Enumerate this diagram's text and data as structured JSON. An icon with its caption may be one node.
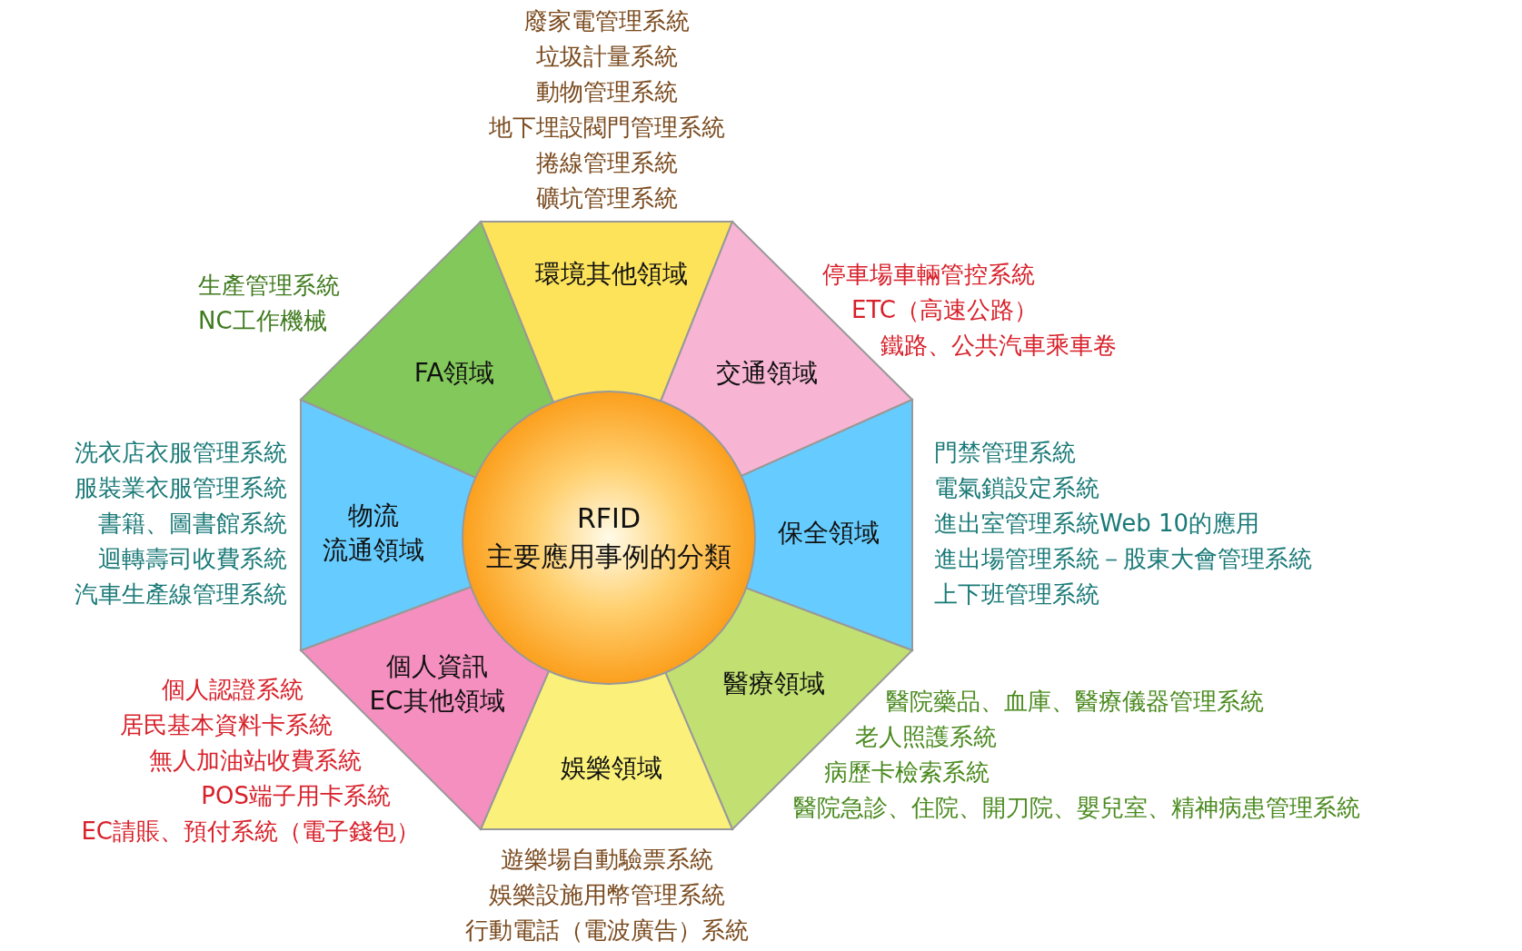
{
  "diagram": {
    "nodes": [
      {
        "text": [
          "RFID 主要應用事例的分類"
        ]
      },
      {
        "text": [
          "環境其他領域"
        ],
        "beside": [
          "廢家電管理系統",
          "垃圾計量系統",
          "動物管理系統",
          "地下埋設閥門管理系統",
          "捲線管理系統",
          "礦坑管理系統"
        ]
      },
      {
        "text": [
          "交通領域"
        ],
        "beside": [
          "停車場車輛管控系統",
          "ETC（高速公路）",
          "鐵路、公共汽車乘車卷"
        ]
      },
      {
        "text": [
          "保全領域"
        ],
        "beside": [
          "門禁管理系統",
          "電氣鎖設定系統",
          "進出室管理系統Web 10的應用",
          "進出場管理系統－股東大會管理系統",
          "上下班管理系統"
        ]
      },
      {
        "text": [
          "醫療領域"
        ],
        "beside": [
          "醫院藥品、血庫、醫療儀器管理系統",
          "老人照護系統",
          "病歷卡檢索系統",
          "醫院急診、住院、開刀院、嬰兒室、精神病患管理系統"
        ]
      },
      {
        "text": [
          "娛樂領域"
        ],
        "beside": [
          "遊樂場自動驗票系統",
          "娛樂設施用幣管理系統",
          "行動電話（電波廣告）系統"
        ]
      },
      {
        "text": [
          "個人資訊EC其他領域"
        ],
        "beside": [
          "個人認證系統",
          "居民基本資料卡系統",
          "無人加油站收費系統",
          "POS端子用卡系統",
          "EC請賬、預付系統（電子錢包）"
        ]
      },
      {
        "text": [
          "物流流通領域"
        ],
        "beside": [
          "洗衣店衣服管理系統",
          "服裝業衣服管理系統",
          "書籍、圖書館系統",
          "迴轉壽司收費系統",
          "汽車生產線管理系統"
        ]
      },
      {
        "text": [
          "FA領域"
        ],
        "beside": [
          "生產管理系統",
          "NC工作機械"
        ]
      }
    ],
    "edges": []
  }
}
